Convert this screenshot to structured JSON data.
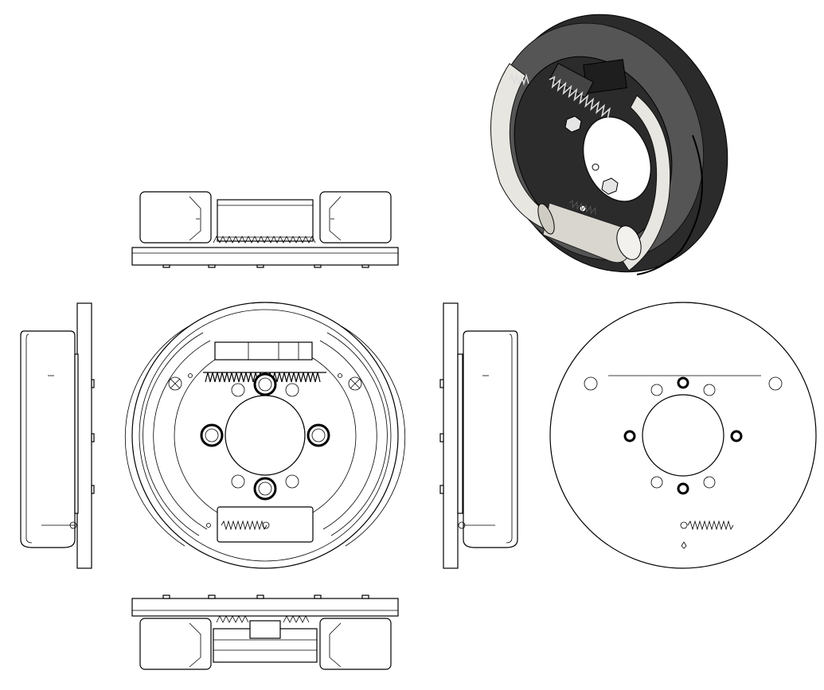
{
  "views": {
    "top": "top-view",
    "front": "front-view",
    "left": "left-side-view",
    "right": "right-side-view",
    "back": "back-view",
    "bottom": "bottom-view",
    "iso": "isometric-view"
  },
  "colors": {
    "line": "#000000",
    "paper": "#ffffff",
    "backing_plate_shade": "#2b2b2b",
    "cylinder_shade": "#d9d6cf"
  }
}
